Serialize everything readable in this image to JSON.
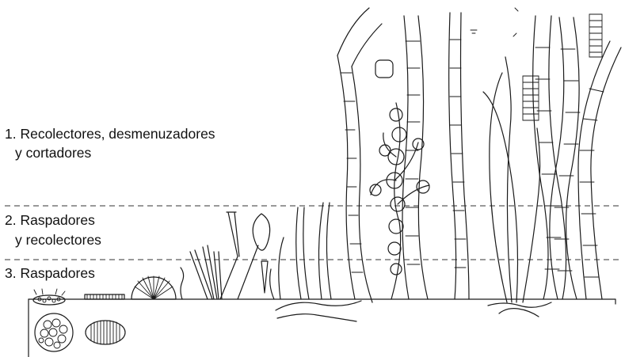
{
  "labels": {
    "group1_line1": "1. Recolectores, desmenuzadores",
    "group1_line2": "y cortadores",
    "group2_line1": "2. Raspadores",
    "group2_line2": "y recolectores",
    "group3_line1": "3. Raspadores"
  }
}
